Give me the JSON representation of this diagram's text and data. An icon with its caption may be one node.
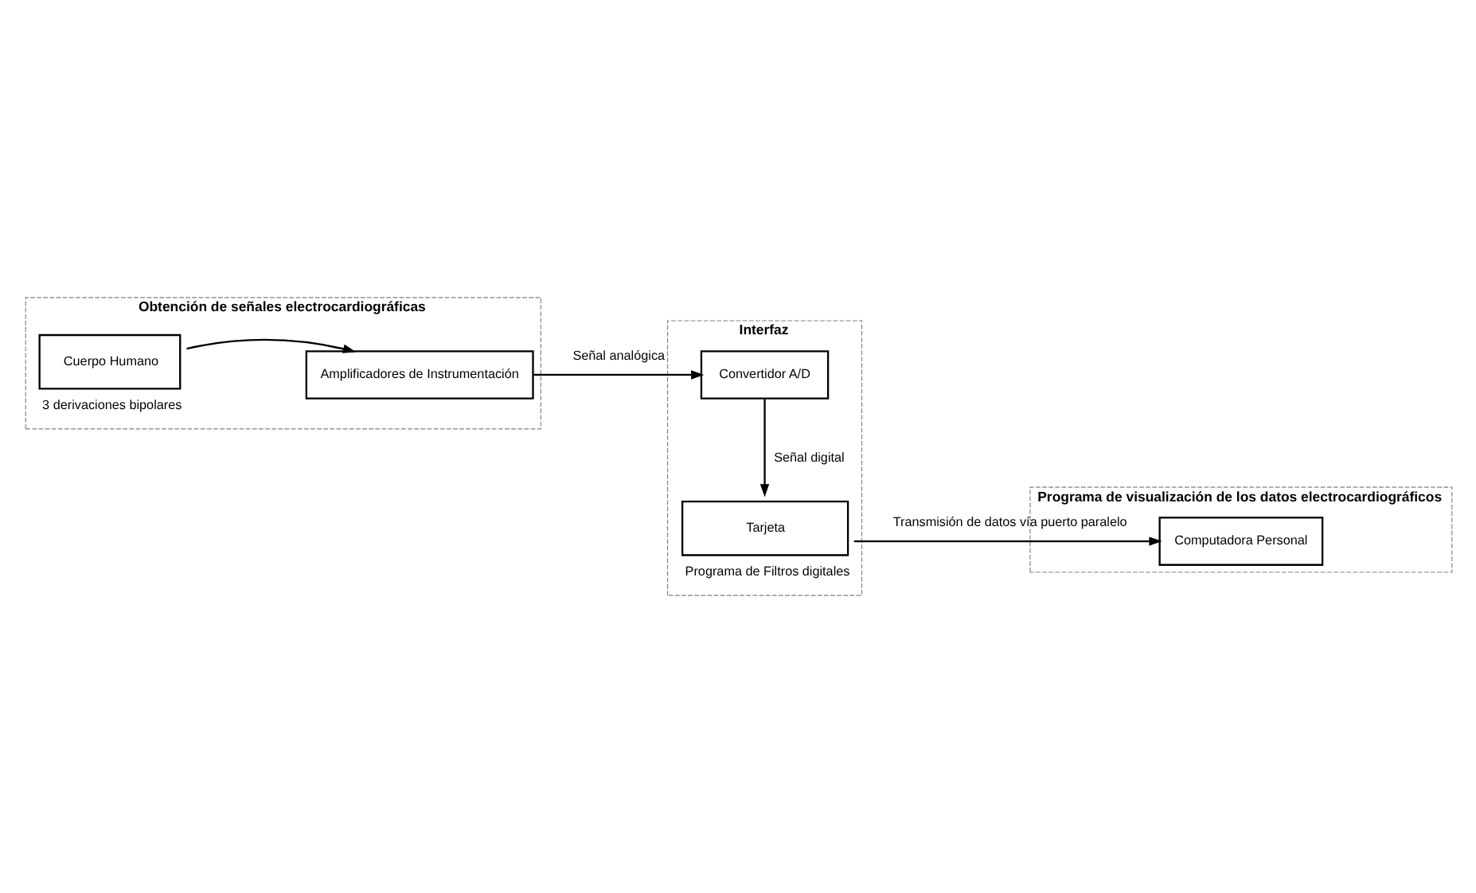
{
  "diagram": {
    "nodes": [
      {
        "text": [
          "Obtención de señales electrocardiográficas"
        ]
      },
      {
        "text": [
          "Cuerpo Humano"
        ],
        "in": 0,
        "beside": [
          "3 derivaciones bipolares"
        ]
      },
      {
        "text": [
          "Amplificadores de Instrumentación"
        ],
        "in": 0
      },
      {
        "text": [
          "Interfaz"
        ]
      },
      {
        "text": [
          "Convertidor A/D"
        ],
        "in": 3
      },
      {
        "text": [
          "Tarjeta"
        ],
        "in": 3,
        "beside": [
          "Programa de Filtros digitales"
        ]
      },
      {
        "text": [
          "Programa de visualización de los datos electrocardiográficos"
        ]
      },
      {
        "text": [
          "Computadora Personal"
        ],
        "in": 6
      }
    ],
    "edges": [
      {
        "from": 1,
        "to": 2,
        "arrow": "to"
      },
      {
        "from": 2,
        "to": 4,
        "arrow": "to",
        "label": "Señal analógica"
      },
      {
        "from": 4,
        "to": 5,
        "arrow": "to",
        "label": "Señal digital"
      },
      {
        "from": 5,
        "to": 7,
        "arrow": "to",
        "label": "Transmisión de datos vía puerto paralelo"
      }
    ]
  }
}
